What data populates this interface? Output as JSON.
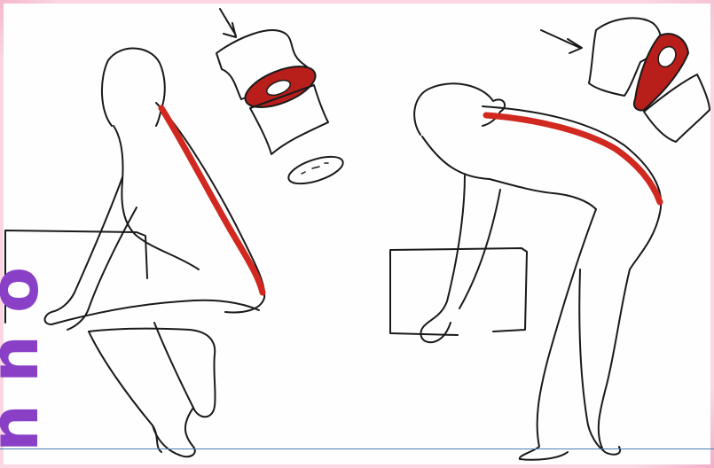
{
  "colors": {
    "spine": "#d1281f",
    "disc": "#b81e1a",
    "outline": "#1a1a1a",
    "frame": "#fbd7e3",
    "side_text": "#8a3fc7",
    "rule": "#4a7fb5"
  },
  "side_text": {
    "letters": [
      "o",
      "n",
      "n"
    ]
  },
  "illustration": {
    "left_panel": "correct-lifting-squat",
    "right_panel": "incorrect-lifting-bend"
  }
}
